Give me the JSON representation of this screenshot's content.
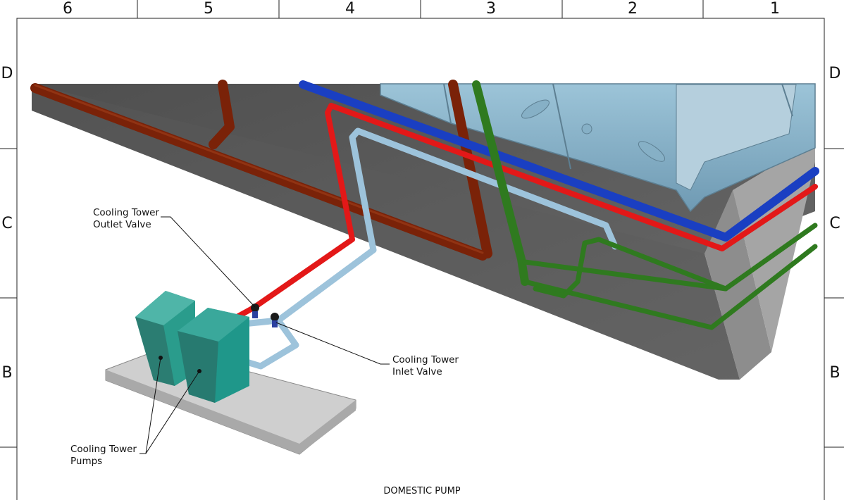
{
  "border": {
    "columns": [
      "6",
      "5",
      "4",
      "3",
      "2",
      "1"
    ],
    "rows": [
      "D",
      "C",
      "B"
    ]
  },
  "callouts": {
    "outlet_valve": [
      "Cooling Tower",
      "Outlet Valve"
    ],
    "inlet_valve": [
      "Cooling Tower",
      "Inlet Valve"
    ],
    "pumps": [
      "Cooling Tower",
      "Pumps"
    ]
  },
  "colors": {
    "chilled_return": "#e31818",
    "chilled_supply": "#1a3fc2",
    "condenser_pipe": "#9dc3db",
    "rust_pipe": "#7a2208",
    "green_pipe": "#2f7a1f",
    "pump_body": "#2a9c8c",
    "tank_panel": "#7fa9c0",
    "wall": "#5a5a5a",
    "pad": "#c9c9c9"
  },
  "sheet_title": "DOMESTIC PUMP"
}
